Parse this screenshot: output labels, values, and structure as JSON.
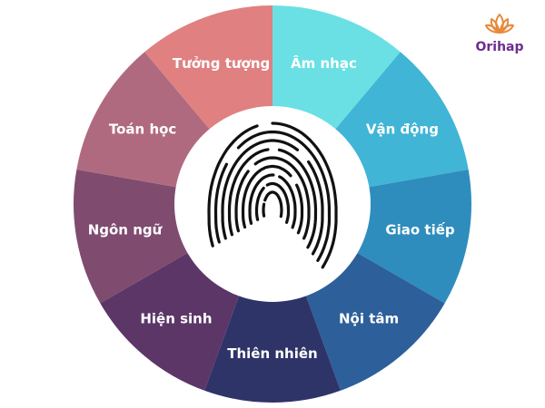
{
  "logo": {
    "text": "Orihap",
    "icon": "lotus-icon",
    "icon_color": "#e8893a",
    "text_color": "#6b2d8f"
  },
  "center": {
    "icon": "fingerprint-icon"
  },
  "segments": [
    {
      "label": "Âm nhạc",
      "color": "#6ae0e4"
    },
    {
      "label": "Vận động",
      "color": "#40b5d6"
    },
    {
      "label": "Giao tiếp",
      "color": "#2e8dbd"
    },
    {
      "label": "Nội tâm",
      "color": "#2d5f9a"
    },
    {
      "label": "Thiên nhiên",
      "color": "#2e3468"
    },
    {
      "label": "Hiện sinh",
      "color": "#5b3667"
    },
    {
      "label": "Ngôn ngữ",
      "color": "#7f4b6f"
    },
    {
      "label": "Toán học",
      "color": "#b06a80"
    },
    {
      "label": "Tưởng tượng",
      "color": "#e08080"
    }
  ]
}
